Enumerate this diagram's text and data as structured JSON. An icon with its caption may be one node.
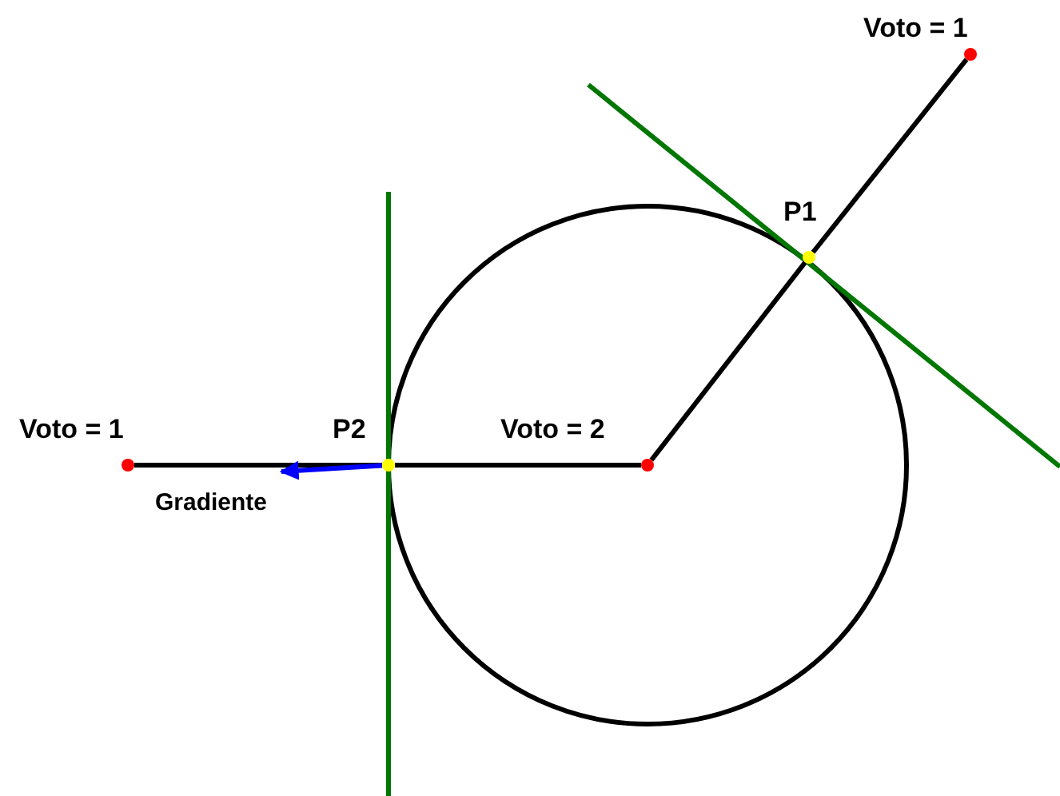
{
  "diagram": {
    "nodes": [
      {
        "text": [],
        "shape": "circle",
        "beside": [
          "Voto = 1"
        ]
      },
      {
        "text": [],
        "shape": "circle",
        "beside": [
          "P1"
        ]
      },
      {
        "text": [],
        "shape": "circle",
        "beside": [
          "Voto = 2"
        ]
      },
      {
        "text": [],
        "shape": "circle",
        "beside": [
          "P2"
        ]
      },
      {
        "text": [],
        "shape": "circle",
        "beside": [
          "Voto = 1"
        ]
      }
    ],
    "edges": [
      {
        "from": 2,
        "to": 1,
        "arrow": "none"
      },
      {
        "from": 1,
        "to": 0,
        "arrow": "none"
      },
      {
        "from": 2,
        "to": 3,
        "arrow": "none"
      },
      {
        "from": 3,
        "to": 4,
        "arrow": "none"
      },
      {
        "from": 3,
        "to": null,
        "arrow": "to",
        "label": "Gradiente",
        "color": "#0000ff"
      }
    ]
  }
}
